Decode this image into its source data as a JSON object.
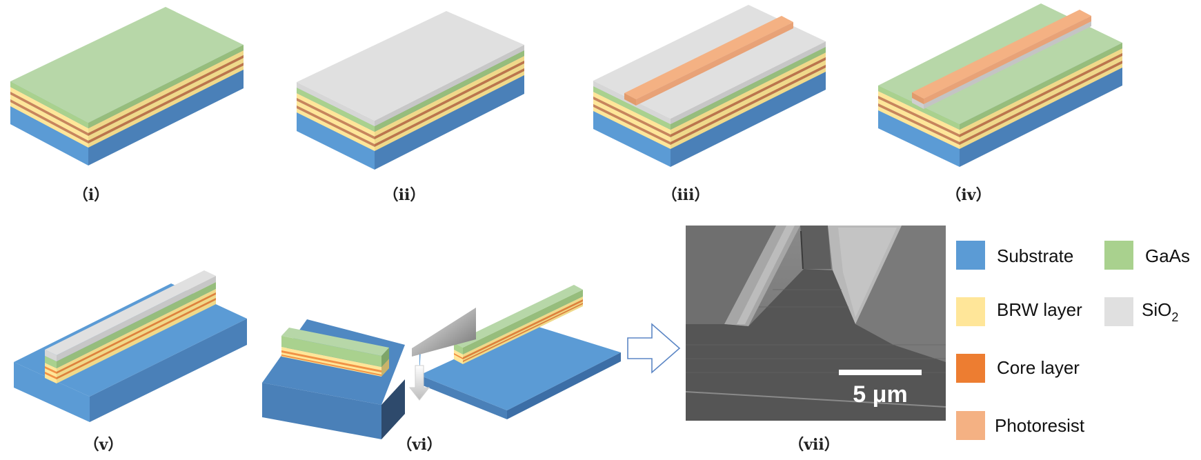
{
  "steps": [
    "（i）",
    "（ii）",
    "（iii）",
    "（iv）",
    "（v）",
    "（vi）",
    "（vii）"
  ],
  "legend": {
    "substrate": "Substrate",
    "gaas": "GaAs",
    "brw": "BRW layer",
    "sio2_base": "SiO",
    "sio2_sub": "2",
    "core": "Core layer",
    "photoresist": "Photoresist"
  },
  "scale_bar": "5 μm",
  "colors": {
    "substrate": "#5b9bd5",
    "gaas": "#a9d18e",
    "brw": "#ffe699",
    "sio2": "#e0e0e0",
    "core": "#ed7d31",
    "photoresist": "#f4b183"
  }
}
